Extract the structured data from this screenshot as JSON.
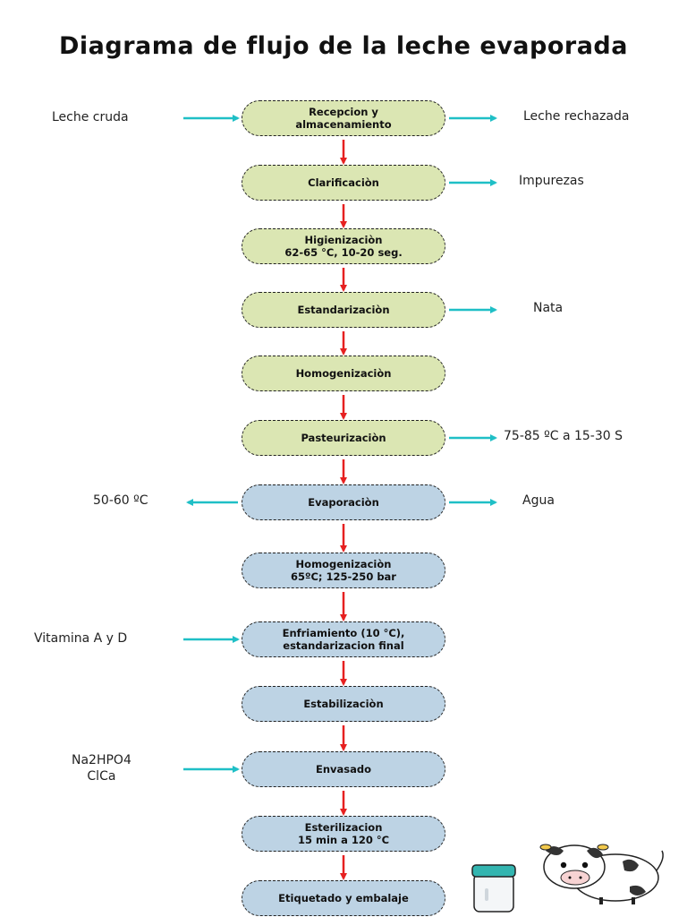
{
  "title": "Diagrama de flujo de la leche evaporada",
  "colors": {
    "process_arrow": "#e62020",
    "side_arrow": "#1fbfc6",
    "stage_green": "#dbe6b3",
    "stage_blue": "#bdd3e4"
  },
  "steps": [
    {
      "label": "Recepcion y\nalmacenamiento",
      "group": "green"
    },
    {
      "label": "Clarificaciòn",
      "group": "green"
    },
    {
      "label": "Higienizaciòn\n62-65 °C, 10-20 seg.",
      "group": "green"
    },
    {
      "label": "Estandarizaciòn",
      "group": "green"
    },
    {
      "label": "Homogenizaciòn",
      "group": "green"
    },
    {
      "label": "Pasteurizaciòn",
      "group": "green"
    },
    {
      "label": "Evaporaciòn",
      "group": "blue"
    },
    {
      "label": "Homogenizaciòn\n65ºC; 125-250 bar",
      "group": "blue"
    },
    {
      "label": "Enfriamiento (10 °C),\nestandarizacion final",
      "group": "blue"
    },
    {
      "label": "Estabilizaciòn",
      "group": "blue"
    },
    {
      "label": "Envasado",
      "group": "blue"
    },
    {
      "label": "Esterilizacion\n15 min a 120 °C",
      "group": "blue"
    },
    {
      "label": "Etiquetado y embalaje",
      "group": "blue"
    }
  ],
  "inputs": [
    {
      "label": "Leche cruda",
      "step": 0
    },
    {
      "label": "Vitamina A y D",
      "step": 8
    },
    {
      "label": "Na2HPO4\nClCa",
      "step": 10
    }
  ],
  "outputs": [
    {
      "label": "Leche rechazada",
      "step": 0,
      "side": "right"
    },
    {
      "label": "Impurezas",
      "step": 1,
      "side": "right"
    },
    {
      "label": "Nata",
      "step": 3,
      "side": "right"
    },
    {
      "label": "75-85 ºC a 15-30 S",
      "step": 5,
      "side": "right"
    },
    {
      "label": "Agua",
      "step": 6,
      "side": "right"
    },
    {
      "label": "50-60 ºC",
      "step": 6,
      "side": "left"
    }
  ],
  "illustrations": [
    "milk-jar-icon",
    "cow-icon"
  ]
}
